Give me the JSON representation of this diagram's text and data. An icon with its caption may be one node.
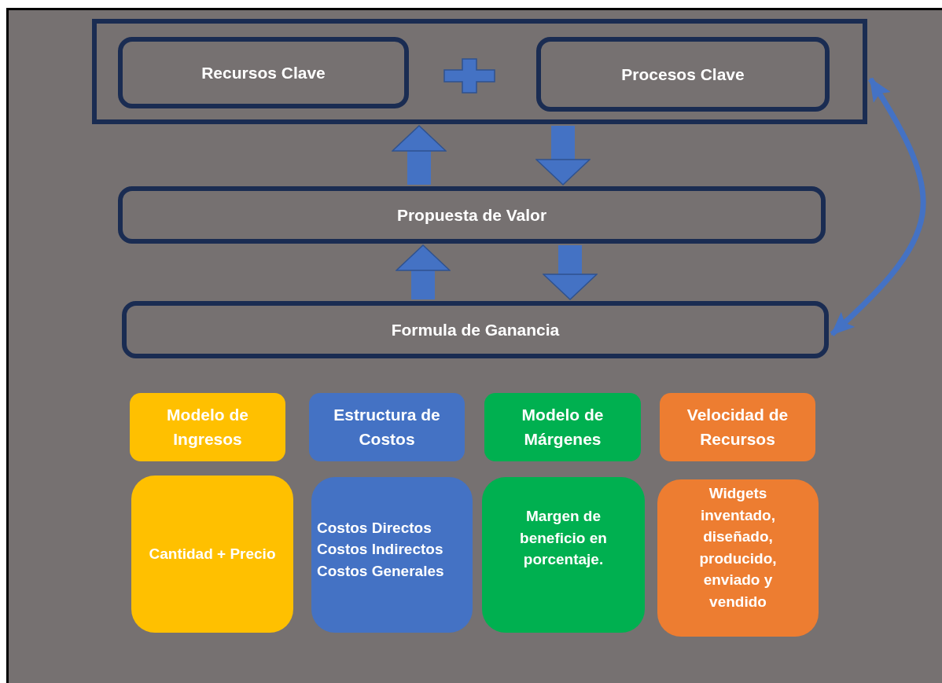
{
  "diagram": {
    "nodes": [
      {
        "text": [],
        "shape": "box"
      },
      {
        "text": [
          "Recursos Clave"
        ],
        "in": 0
      },
      {
        "text": [
          "Procesos Clave"
        ],
        "in": 0
      },
      {
        "text": [
          "Propuesta de Valor"
        ]
      },
      {
        "text": [
          "Formula de Ganancia"
        ]
      },
      {
        "text": [
          "Modelo de Ingresos"
        ]
      },
      {
        "text": [
          "Estructura de Costos"
        ]
      },
      {
        "text": [
          "Modelo de Márgenes"
        ]
      },
      {
        "text": [
          "Velocidad de Recursos"
        ]
      },
      {
        "text": [
          "Cantidad + Precio"
        ]
      },
      {
        "text": [
          "Costos Directos",
          "Costos Indirectos",
          "Costos Generales"
        ]
      },
      {
        "text": [
          "Margen de beneficio en porcentaje."
        ]
      },
      {
        "text": [
          "Widgets inventado, diseñado, producido, enviado y vendido"
        ]
      }
    ],
    "edges": [
      {
        "from": 3,
        "to": 0,
        "arrow": "to"
      },
      {
        "from": 0,
        "to": 3,
        "arrow": "to"
      },
      {
        "from": 4,
        "to": 3,
        "arrow": "to"
      },
      {
        "from": 3,
        "to": 4,
        "arrow": "to"
      },
      {
        "from": 0,
        "to": 4,
        "arrow": "both"
      }
    ]
  }
}
